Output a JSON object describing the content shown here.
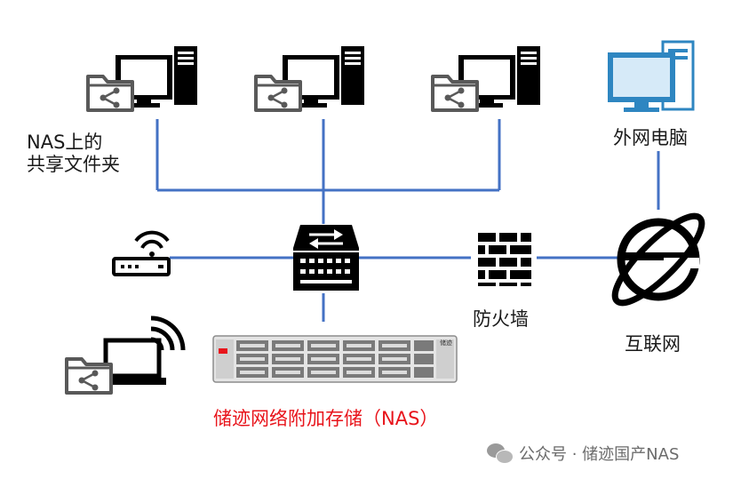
{
  "labels": {
    "shared_folder": "NAS上的\n共享文件夹",
    "external_pc": "外网电脑",
    "firewall": "防火墙",
    "internet": "互联网",
    "nas_storage": "储迹网络附加存储（NAS）"
  },
  "watermark": {
    "text": "公众号 · 储迹国产NAS",
    "icon": "wechat-icon"
  },
  "nas_panel_text": "储迹",
  "colors": {
    "connector": "#4472c4",
    "device_black": "#000000",
    "folder_gray": "#595959",
    "external_pc_blue": "#2e86c1",
    "nas_red": "#e8141b",
    "server_gray": "#8c8c8c"
  },
  "icons": [
    "desktop-pc-icon",
    "shared-folder-icon",
    "external-pc-icon",
    "router-icon",
    "network-switch-icon",
    "firewall-icon",
    "internet-explorer-icon",
    "laptop-icon",
    "wifi-icon",
    "nas-rack-server-icon"
  ]
}
